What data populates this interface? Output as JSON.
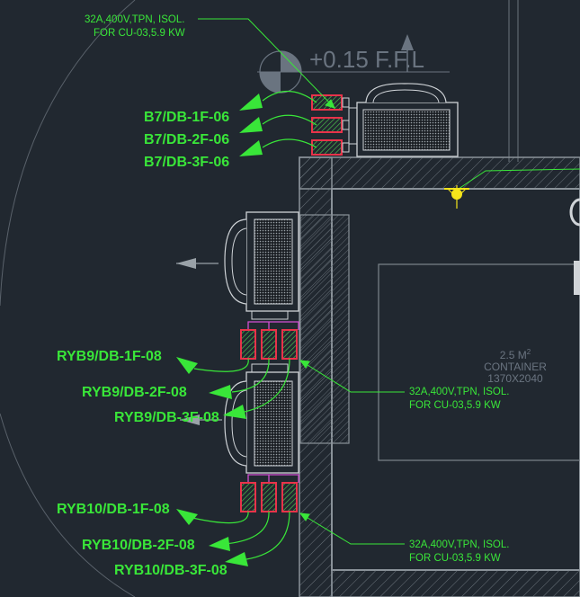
{
  "drawing": {
    "level_marker": "+0.15 F.F.L",
    "container": {
      "line1": "2.5 M",
      "line1_sup": "2",
      "line2": "CONTAINER",
      "line3": "1370X2040"
    },
    "notes": [
      {
        "line1": "32A,400V,TPN, ISOL.",
        "line2": "FOR CU-03,5.9 KW"
      },
      {
        "line1": "32A,400V,TPN, ISOL.",
        "line2": "FOR CU-03,5.9 KW"
      },
      {
        "line1": "32A,400V,TPN, ISOL.",
        "line2": "FOR CU-03,5.9 KW"
      }
    ],
    "circuits": {
      "group_top": [
        "B7/DB-1F-06",
        "B7/DB-2F-06",
        "B7/DB-3F-06"
      ],
      "group_mid": [
        "RYB9/DB-1F-08",
        "RYB9/DB-2F-08",
        "RYB9/DB-3F-08"
      ],
      "group_bottom": [
        "RYB10/DB-1F-08",
        "RYB10/DB-2F-08",
        "RYB10/DB-3F-08"
      ]
    }
  },
  "icons": [
    "north-arrow-icon",
    "level-datum-icon",
    "light-fixture-icon",
    "flow-arrow-icon",
    "isolator-icon",
    "condensing-unit-icon"
  ],
  "colors": {
    "background": "#212830",
    "label_green": "#39e639",
    "isolator_red": "#e8334a",
    "isolator_fill": "#2f8f3a",
    "line_grey": "#b9bec4",
    "wall_grey": "#7d858c",
    "fixture_yellow": "#f5e51b",
    "link_magenta": "#d24fd2"
  }
}
